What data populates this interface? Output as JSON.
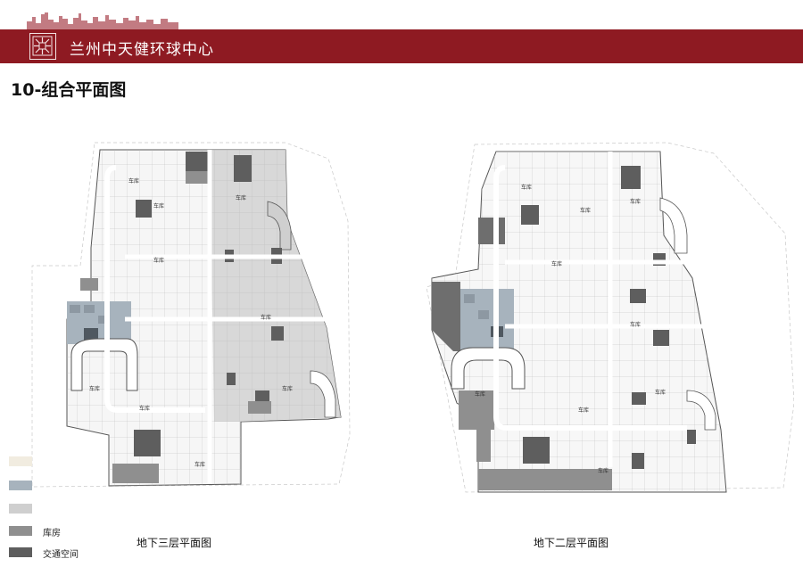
{
  "header": {
    "title": "兰州中天健环球中心"
  },
  "page_title": "10-组合平面图",
  "legend": [
    {
      "label": "",
      "color": "#f1ece0"
    },
    {
      "label": "",
      "color": "#a7b3bd"
    },
    {
      "label": "",
      "color": "#cfcfcf"
    },
    {
      "label": "库房",
      "color": "#8f8f8f"
    },
    {
      "label": "交通空间",
      "color": "#5e5e5e"
    }
  ],
  "plans": {
    "b3": {
      "caption": "地下三层平面图",
      "room_label": "车库"
    },
    "b2": {
      "caption": "地下二层平面图",
      "room_label": "车库"
    }
  }
}
